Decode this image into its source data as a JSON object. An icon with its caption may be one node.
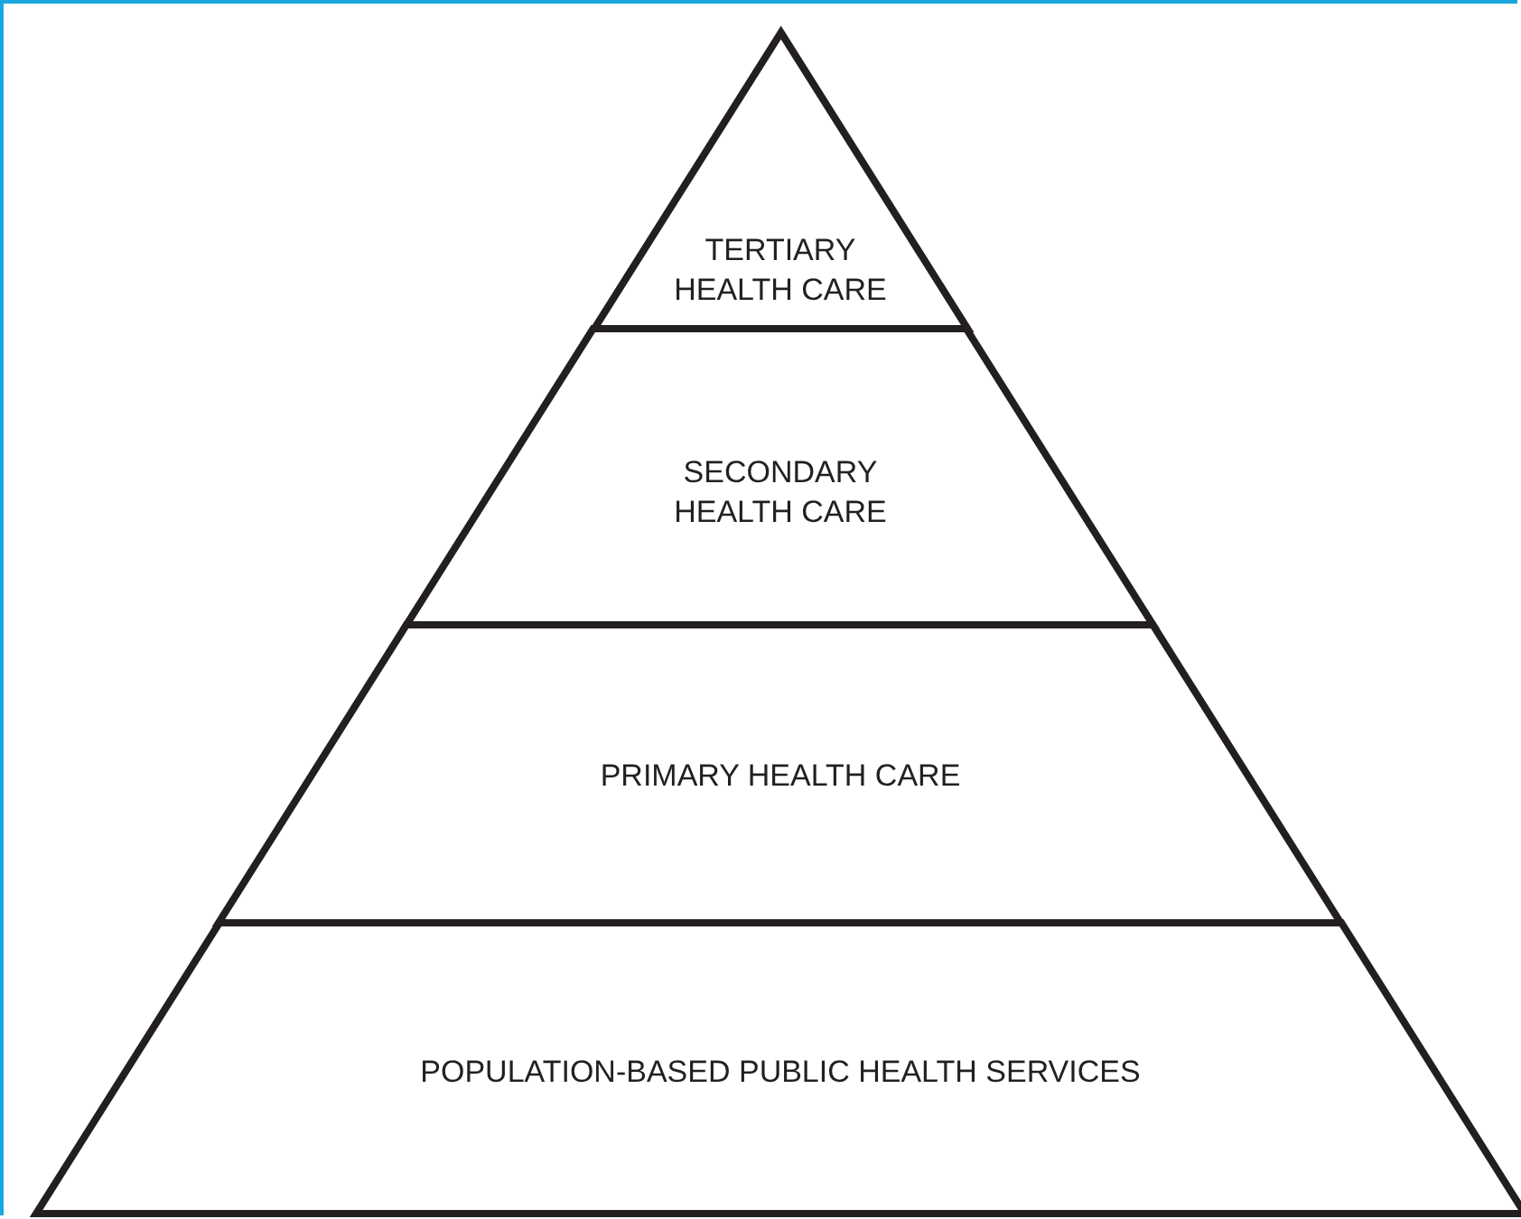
{
  "diagram": {
    "nodes": [
      {
        "text": [
          "TERTIARY HEALTH CARE"
        ]
      },
      {
        "text": [
          "SECONDARY HEALTH CARE"
        ]
      },
      {
        "text": [
          "PRIMARY HEALTH CARE"
        ]
      },
      {
        "text": [
          "POPULATION-BASED PUBLIC HEALTH SERVICES"
        ]
      }
    ]
  }
}
